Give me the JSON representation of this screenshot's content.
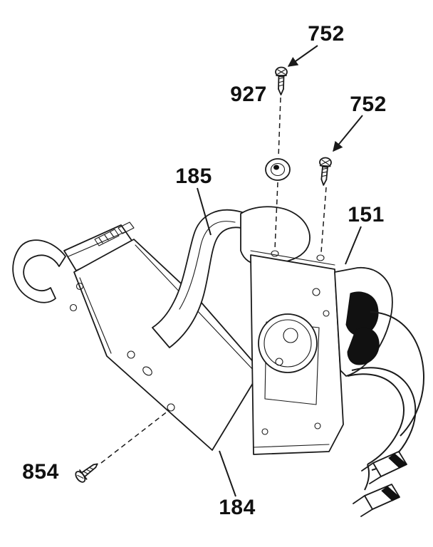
{
  "diagram": {
    "type": "exploded-parts-diagram",
    "colors": {
      "ink": "#1a1a1a",
      "paper": "#ffffff",
      "label": "#111111"
    },
    "labels": [
      {
        "id": "752-top",
        "text": "752"
      },
      {
        "id": "927",
        "text": "927"
      },
      {
        "id": "752-right",
        "text": "752"
      },
      {
        "id": "185",
        "text": "185"
      },
      {
        "id": "151",
        "text": "151"
      },
      {
        "id": "854",
        "text": "854"
      },
      {
        "id": "184",
        "text": "184"
      }
    ]
  }
}
